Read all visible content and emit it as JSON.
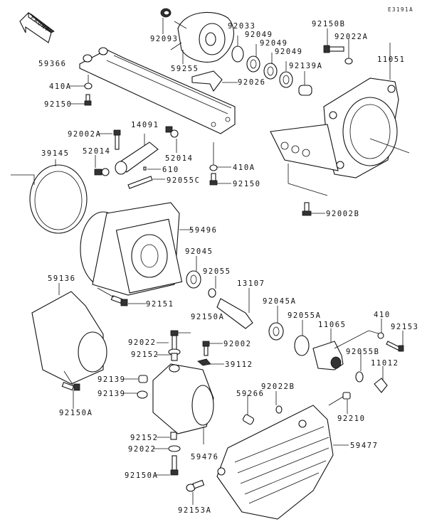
{
  "diagram": {
    "reference_code": "E3191A",
    "front_arrow_label": "FRONT",
    "labels": {
      "p92093": "92093",
      "p59255": "59255",
      "p92033": "92033",
      "p92049a": "92049",
      "p92049b": "92049",
      "p92049c": "92049",
      "p92139A": "92139A",
      "p92026": "92026",
      "p92150B": "92150B",
      "p92022A": "92022A",
      "p11051": "11051",
      "p59366": "59366",
      "p410A_1": "410A",
      "p92150_1": "92150",
      "p92002A": "92002A",
      "p14091": "14091",
      "p52014a": "52014",
      "p52014b": "52014",
      "p610": "610",
      "p92055C": "92055C",
      "p39145": "39145",
      "p410A_2": "410A",
      "p92150_2": "92150",
      "p92002B": "92002B",
      "p59496": "59496",
      "p92045": "92045",
      "p92055": "92055",
      "p59136": "59136",
      "p92151": "92151",
      "p13107": "13107",
      "p92045A": "92045A",
      "p92150A_1": "92150A",
      "p92055A": "92055A",
      "p11065": "11065",
      "p410": "410",
      "p92153": "92153",
      "p92022_1": "92022",
      "p92002": "92002",
      "p92152_1": "92152",
      "p39112": "39112",
      "p92055B": "92055B",
      "p11012": "11012",
      "p92139a": "92139",
      "p92139b": "92139",
      "p92150A_2": "92150A",
      "p92022B": "92022B",
      "p59266": "59266",
      "p92210": "92210",
      "p92152_2": "92152",
      "p92022_2": "92022",
      "p59476": "59476",
      "p59477": "59477",
      "p92150A_3": "92150A",
      "p92153A": "92153A"
    }
  }
}
